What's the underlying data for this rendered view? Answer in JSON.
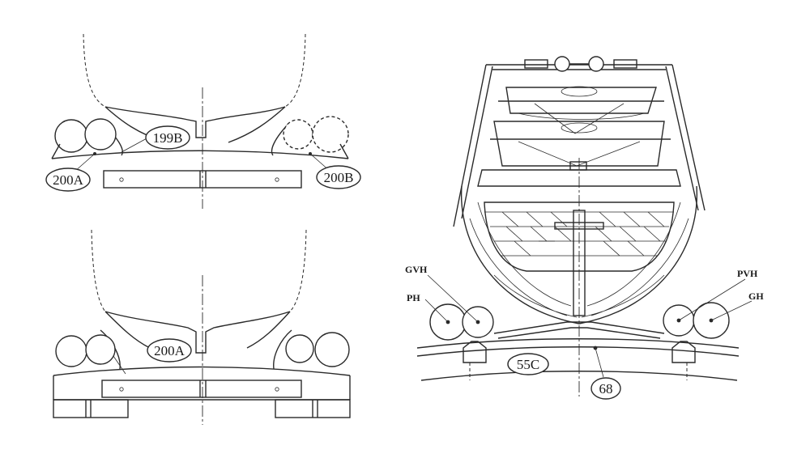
{
  "labels": {
    "top_center": "199B",
    "top_left": "200A",
    "top_right": "200B",
    "bottom_center": "200A",
    "boat_center": "55C",
    "boat_cradle": "68",
    "gvh": "GVH",
    "ph": "PH",
    "pvh": "PVH",
    "gh": "GH"
  }
}
